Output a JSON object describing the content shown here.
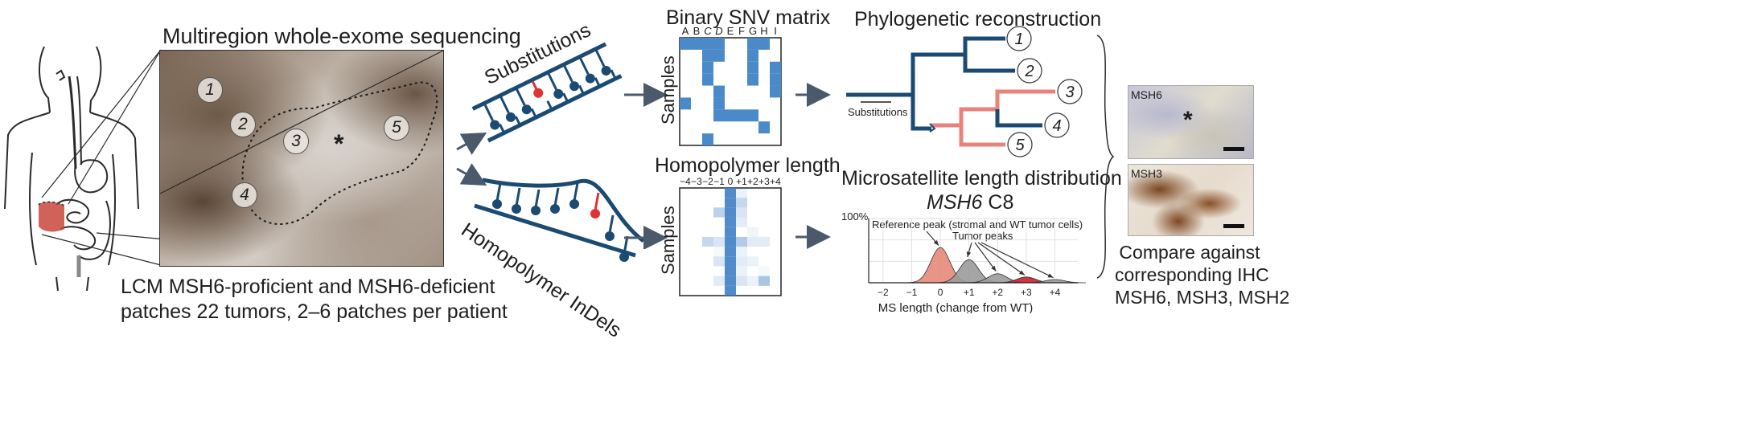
{
  "wes": {
    "title": "Multiregion whole-exome sequencing",
    "patch_labels": [
      "1",
      "2",
      "3",
      "4",
      "5"
    ],
    "star": "*",
    "caption_line1": "LCM MSH6-proficient and MSH6-deficient",
    "caption_line2": "patches 22 tumors, 2–6 patches per patient"
  },
  "dna": {
    "substitutions_label": "Substitutions",
    "indels_label": "Homopolymer InDels",
    "backbone_color": "#1b4a72",
    "mutation_color": "#e03232"
  },
  "snv_matrix": {
    "title": "Binary SNV matrix",
    "columns": [
      "A",
      "B",
      "C",
      "D",
      "E",
      "F",
      "G",
      "H",
      "I"
    ],
    "italic_columns": [
      "C",
      "D"
    ],
    "ylabel": "Samples",
    "fill_color": "#4a8ac8",
    "cells": [
      [
        1,
        1,
        1,
        1,
        0,
        0,
        1,
        1,
        0
      ],
      [
        0,
        0,
        1,
        1,
        0,
        0,
        1,
        0,
        0
      ],
      [
        0,
        0,
        1,
        0,
        0,
        0,
        1,
        0,
        1
      ],
      [
        0,
        0,
        1,
        0,
        0,
        0,
        1,
        0,
        1
      ],
      [
        0,
        0,
        0,
        1,
        0,
        0,
        0,
        0,
        1
      ],
      [
        1,
        0,
        0,
        1,
        0,
        0,
        0,
        0,
        0
      ],
      [
        0,
        0,
        0,
        1,
        1,
        1,
        1,
        0,
        0
      ],
      [
        0,
        0,
        0,
        0,
        0,
        0,
        0,
        1,
        0
      ],
      [
        0,
        0,
        1,
        0,
        0,
        0,
        0,
        0,
        0
      ]
    ]
  },
  "homopolymer": {
    "title": "Homopolymer length",
    "columns": [
      "−4",
      "−3",
      "−2",
      "−1",
      "0",
      "+1",
      "+2",
      "+3",
      "+4"
    ],
    "ylabel": "Samples",
    "cells": [
      [
        0,
        0,
        0,
        0,
        0.9,
        0.1,
        0,
        0,
        0
      ],
      [
        0,
        0,
        0,
        0,
        0.9,
        0.3,
        0,
        0,
        0
      ],
      [
        0,
        0,
        0,
        0.35,
        0.9,
        0.2,
        0,
        0,
        0
      ],
      [
        0,
        0,
        0,
        0,
        0.9,
        0.15,
        0,
        0,
        0
      ],
      [
        0,
        0,
        0,
        0,
        0.9,
        0,
        0.08,
        0,
        0
      ],
      [
        0,
        0,
        0.3,
        0.2,
        0.9,
        0.4,
        0.15,
        0.15,
        0
      ],
      [
        0,
        0,
        0,
        0.05,
        0.9,
        0.1,
        0,
        0,
        0
      ],
      [
        0,
        0,
        0,
        0.2,
        0.9,
        0.15,
        0.1,
        0,
        0
      ],
      [
        0,
        0,
        0,
        0,
        0.9,
        0.1,
        0,
        0.05,
        0
      ],
      [
        0,
        0,
        0,
        0.15,
        0.9,
        0.2,
        0.1,
        0.45,
        0
      ],
      [
        0,
        0,
        0,
        0,
        0.9,
        0,
        0,
        0,
        0
      ]
    ]
  },
  "phylo": {
    "title": "Phylogenetic reconstruction",
    "leaves": [
      "1",
      "2",
      "3",
      "4",
      "5"
    ],
    "scale_label": "Substitutions",
    "proficient_color": "#1b4a72",
    "deficient_color": "#e8837c"
  },
  "ms": {
    "title": "Microsatellite length distribution",
    "gene": "MSH6",
    "gene_suffix": " C8",
    "y_label": "100%",
    "reference_annotation": "Reference peak (stromal and WT tumor cells)",
    "tumor_annotation": "Tumor peaks",
    "xlabel": "MS length (change from WT)",
    "ticks": [
      "−2",
      "−1",
      "0",
      "+1",
      "+2",
      "+3",
      "+4"
    ]
  },
  "chart_data": {
    "type": "area",
    "title": "MSH6 C8",
    "xlabel": "MS length (change from WT)",
    "ylabel": "",
    "x_ticks": [
      "−2",
      "−1",
      "0",
      "+1",
      "+2",
      "+3",
      "+4"
    ],
    "xlim": [
      -2.5,
      4.8
    ],
    "ylim": [
      0,
      1.0
    ],
    "series": [
      {
        "peak_x": 0,
        "height": 0.55,
        "color": "#e6897a"
      },
      {
        "peak_x": 1,
        "height": 0.36,
        "color": "#9b9b9b"
      },
      {
        "peak_x": 2,
        "height": 0.14,
        "color": "#9b9b9b"
      },
      {
        "peak_x": 3,
        "height": 0.09,
        "color": "#c81e32"
      },
      {
        "peak_x": 4,
        "height": 0.05,
        "color": "#9b9b9b"
      }
    ]
  },
  "ihc": {
    "panel1_label": "MSH6",
    "panel2_label": "MSH3",
    "star": "*",
    "caption_line1": "Compare against",
    "caption_line2": "corresponding IHC",
    "caption_line3": "MSH6, MSH3, MSH2"
  }
}
